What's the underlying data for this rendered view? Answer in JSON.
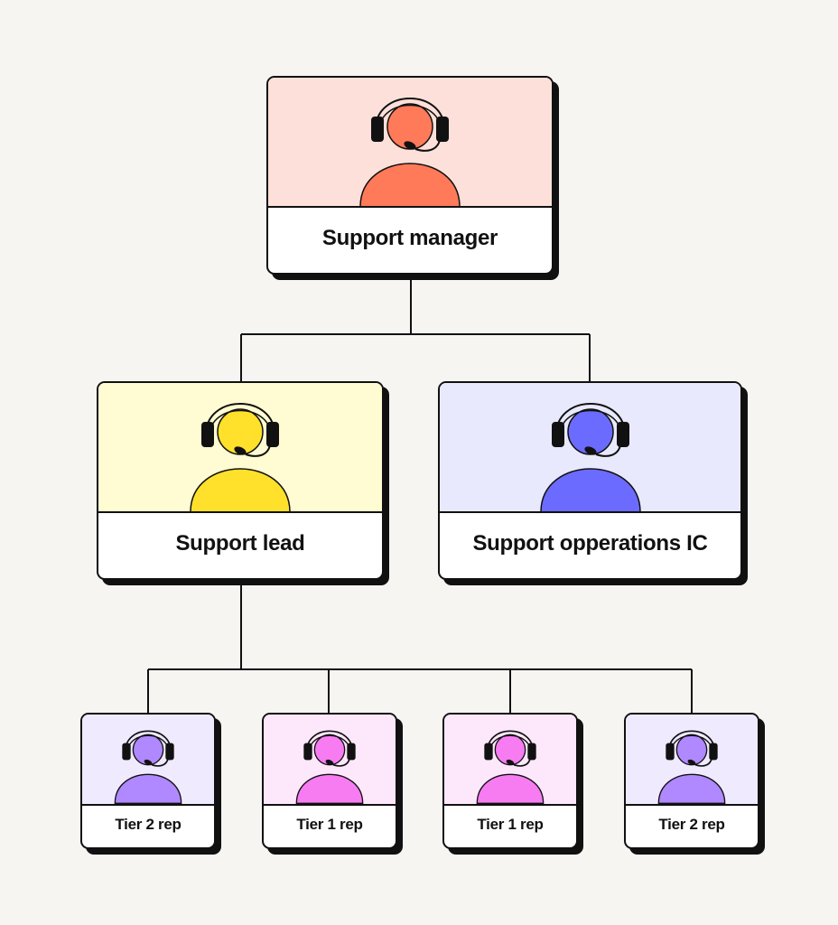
{
  "nodes": [
    {
      "id": "manager",
      "label": "Support manager",
      "bg": "#fde0d9",
      "fig": "#ff7a59"
    },
    {
      "id": "lead",
      "label": "Support lead",
      "bg": "#fffbd2",
      "fig": "#ffe02b"
    },
    {
      "id": "ops",
      "label": "Support opperations IC",
      "bg": "#e9e9fe",
      "fig": "#6c6bff"
    },
    {
      "id": "rep1",
      "label": "Tier 2 rep",
      "bg": "#efeafe",
      "fig": "#b088ff"
    },
    {
      "id": "rep2",
      "label": "Tier 1 rep",
      "bg": "#fde8fb",
      "fig": "#f77cf2"
    },
    {
      "id": "rep3",
      "label": "Tier 1 rep",
      "bg": "#fde8fb",
      "fig": "#f77cf2"
    },
    {
      "id": "rep4",
      "label": "Tier 2 rep",
      "bg": "#efeafe",
      "fig": "#b088ff"
    }
  ],
  "edges": [
    [
      "manager",
      "lead"
    ],
    [
      "manager",
      "ops"
    ],
    [
      "lead",
      "rep1"
    ],
    [
      "lead",
      "rep2"
    ],
    [
      "lead",
      "rep3"
    ],
    [
      "lead",
      "rep4"
    ]
  ],
  "icons": {
    "avatar": "support-agent-headset-icon"
  },
  "colors": {
    "outline": "#111111",
    "background": "#f6f5f2",
    "card": "#ffffff"
  }
}
